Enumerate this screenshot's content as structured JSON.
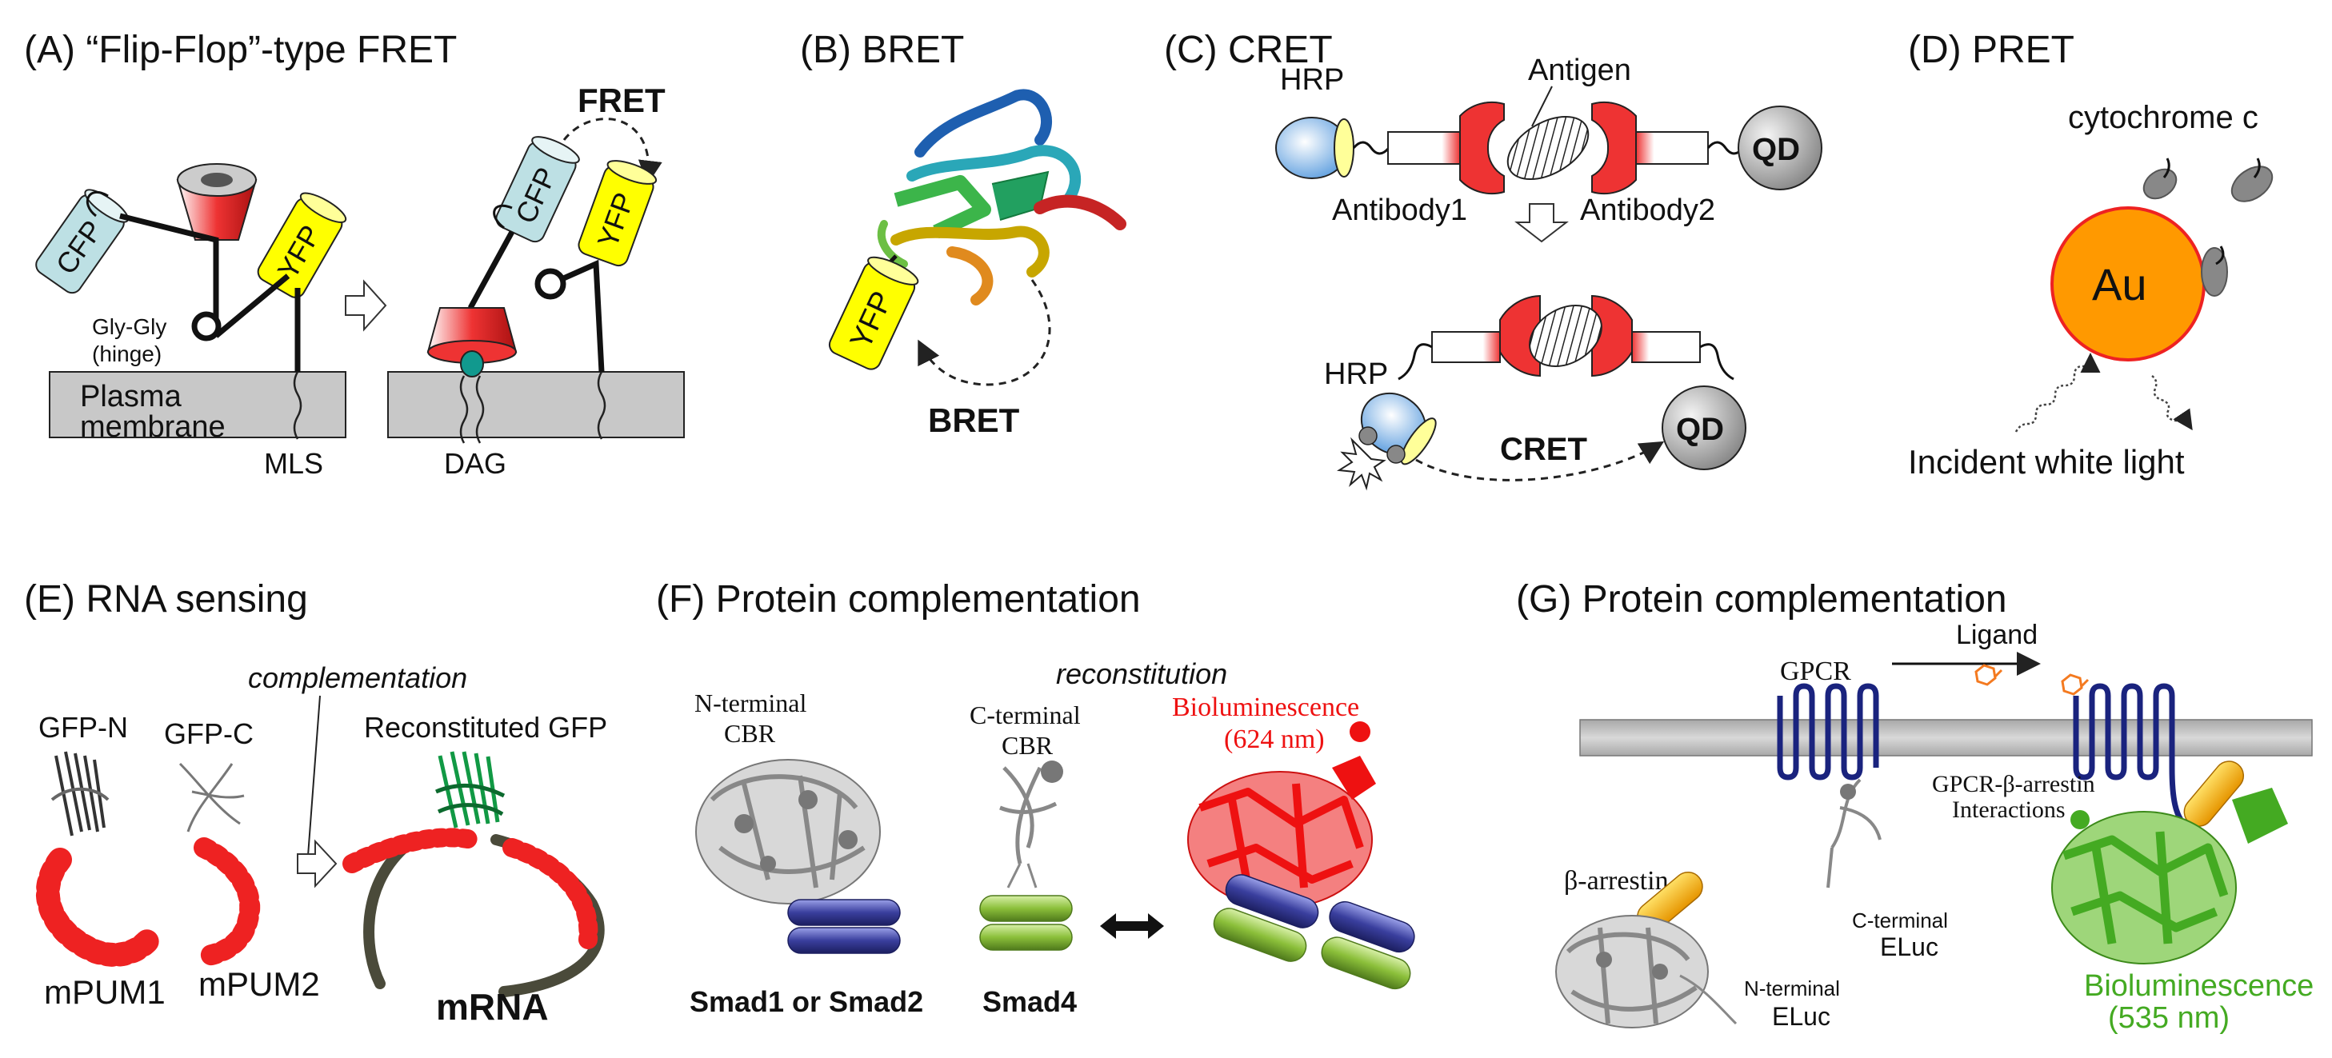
{
  "panels": {
    "A": {
      "title": "(A)  “Flip-Flop”-type FRET",
      "fret": "FRET",
      "cfp": "CFP",
      "yfp": "YFP",
      "hinge_line1": "Gly-Gly",
      "hinge_line2": "(hinge)",
      "membrane_line1": "Plasma",
      "membrane_line2": "membrane",
      "mls": "MLS",
      "dag": "DAG"
    },
    "B": {
      "title": "(B)  BRET",
      "yfp": "YFP",
      "bret": "BRET"
    },
    "C": {
      "title": "(C)  CRET",
      "hrp": "HRP",
      "antigen": "Antigen",
      "qd": "QD",
      "antibody1": "Antibody1",
      "antibody2": "Antibody2",
      "cret": "CRET"
    },
    "D": {
      "title": "(D)  PRET",
      "cytochrome": "cytochrome c",
      "au": "Au",
      "incident": "Incident white light"
    },
    "E": {
      "title": "(E)  RNA sensing",
      "complementation": "complementation",
      "gfp_n": "GFP-N",
      "gfp_c": "GFP-C",
      "reconstituted": "Reconstituted GFP",
      "mpum1": "mPUM1",
      "mpum2": "mPUM2",
      "mrna": "mRNA"
    },
    "F": {
      "title": "(F)  Protein complementation",
      "reconstitution": "reconstitution",
      "n_terminal": "N-terminal",
      "cbr": "CBR",
      "c_terminal": "C-terminal",
      "biolum": "Bioluminescence",
      "wavelength": "(624 nm)",
      "smad12": "Smad1 or Smad2",
      "smad4": "Smad4"
    },
    "G": {
      "title": "(G)  Protein complementation",
      "ligand": "Ligand",
      "gpcr": "GPCR",
      "interaction_line1": "GPCR-β-arrestin",
      "interaction_line2": "Interactions",
      "b_arrestin": "β-arrestin",
      "c_terminal": "C-terminal",
      "eluc": "ELuc",
      "n_terminal": "N-terminal",
      "biolum": "Bioluminescence",
      "wavelength": "(535 nm)"
    }
  },
  "colors": {
    "cfp": "#bde0e4",
    "yfp": "#ffff00",
    "red_protein": "#ee3333",
    "membrane": "#c8c8c8",
    "gold": "#ff9900",
    "gfp_green": "#22aa44",
    "smad_blue": "#3a3f9e",
    "smad_green": "#8bbf3a",
    "biolum_red": "#ee1111",
    "biolum_green": "#44aa22",
    "gpcr_navy": "#1a237e",
    "arrestin_orange": "#f5a300",
    "hrp_blue": "#5599dd"
  }
}
